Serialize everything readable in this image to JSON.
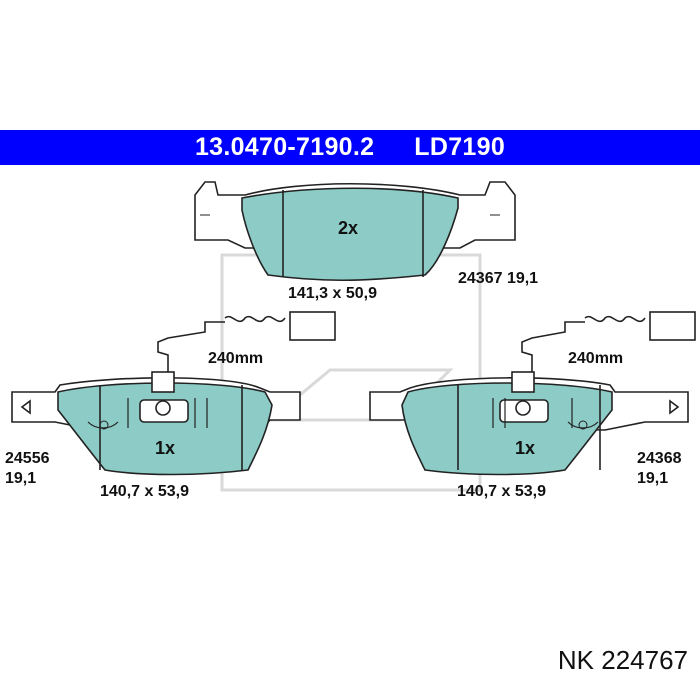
{
  "header": {
    "part_number": "13.0470-7190.2",
    "ref_code": "LD7190"
  },
  "top_pad": {
    "quantity": "2x",
    "dimensions": "141,3 x 50,9",
    "spec": "24367 19,1"
  },
  "left_pad": {
    "quantity": "1x",
    "dimensions": "140,7 x 53,9",
    "spec_code": "24556",
    "spec_thickness": "19,1",
    "sensor_length": "240mm"
  },
  "right_pad": {
    "quantity": "1x",
    "dimensions": "140,7 x 53,9",
    "spec_code": "24368",
    "spec_thickness": "19,1",
    "sensor_length": "240mm"
  },
  "footer": {
    "label": "NK 224767"
  },
  "colors": {
    "header_bg": "#0000ff",
    "pad_fill": "#8ccbc6",
    "outline": "#222222"
  }
}
